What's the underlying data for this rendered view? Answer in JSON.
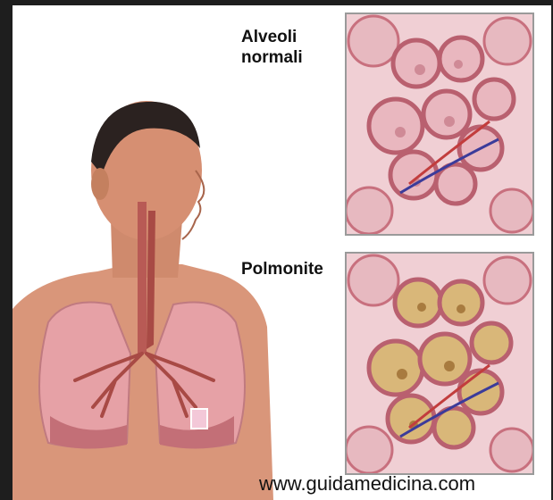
{
  "labels": {
    "normal": "Alveoli normali",
    "pneumonia": "Polmonite"
  },
  "watermark": "www.guidamedicina.com",
  "colors": {
    "background_border": "#1e1e1e",
    "canvas": "#ffffff",
    "alveolus_wall": "#c8707e",
    "alveolus_normal_fill": "#e9b7bf",
    "alveolus_fluid_fill": "#d9b779",
    "skin": "#d9967a",
    "lung": "#e6a1a6",
    "bronchi": "#a84a45"
  },
  "icons": {
    "figure": "human-respiratory-system-illustration",
    "normal_panel": "normal-alveoli-illustration",
    "pneumonia_panel": "pneumonia-alveoli-illustration"
  }
}
